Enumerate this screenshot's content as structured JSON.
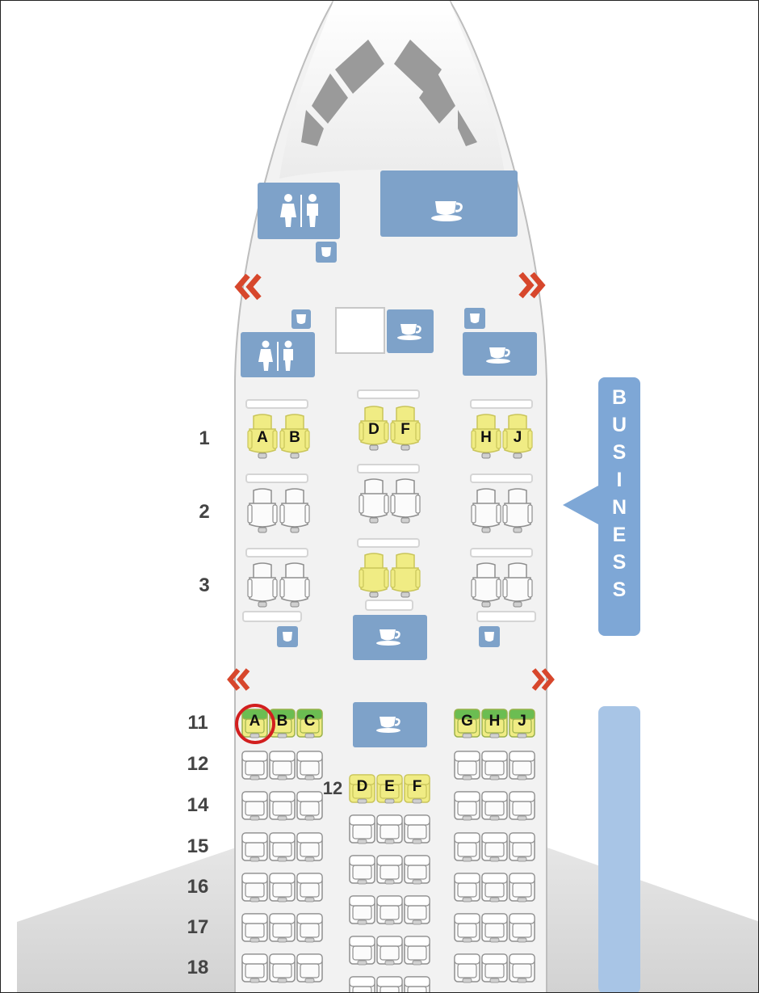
{
  "section_labels": {
    "business": "B U S I N E S S",
    "economy": ""
  },
  "business_letters": [
    "B",
    "U",
    "S",
    "I",
    "N",
    "E",
    "S",
    "S"
  ],
  "rows": {
    "r1": "1",
    "r2": "2",
    "r3": "3",
    "r11": "11",
    "r12": "12",
    "r12_mid": "12",
    "r14": "14",
    "r15": "15",
    "r16": "16",
    "r17": "17",
    "r18": "18"
  },
  "seat_letters": {
    "A": "A",
    "B": "B",
    "C": "C",
    "D": "D",
    "E": "E",
    "F": "F",
    "G": "G",
    "H": "H",
    "J": "J"
  },
  "selected_seat": "11A",
  "icons": [
    "lavatory-icon",
    "galley-icon",
    "closet-icon",
    "exit-arrow-icon"
  ],
  "colors": {
    "galley_blue": "#7ea2c9",
    "business_label": "#7ea7d6",
    "seat_yellow": "#f0ec84",
    "seat_green": "#6bbd52",
    "exit_red": "#d7472c",
    "selected_ring": "#d21f1f"
  }
}
